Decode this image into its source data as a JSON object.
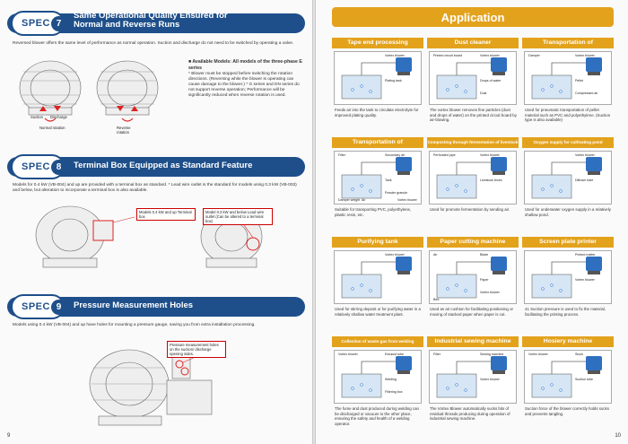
{
  "left_page": {
    "page_number": "9",
    "spec7": {
      "word": "SPEC",
      "number": "7",
      "title_line1": "Same Operational Quality Ensured for",
      "title_line2": "Normal and Reverse Runs",
      "body": "Reversed blower offers the same level of performance as normal operation. Suction and discharge do not need to be switched by operating a valve.",
      "note_heading": "■ Available Models: All models of the three-phase E series",
      "note_body": "* Blower must be stopped before switching the rotation directions. (Reversing while the blower is operating can cause damage to the blower.) * G series and DN series do not support reverse operation; Performance will be significantly reduced when reverse rotation is used.",
      "fig_labels": {
        "suction": "Suction",
        "discharge": "Discharge",
        "normal": "Normal rotation",
        "reverse": "Reverse rotation"
      }
    },
    "spec8": {
      "word": "SPEC",
      "number": "8",
      "title": "Terminal Box Equipped as Standard Feature",
      "body": "Models for 0.4 kW (VB-004) and up are provided with a terminal box as standard. * Lead wire outlet is the standard for models using 0.3 kW (VB-003) and below, but alteration to incorporate a terminal box is also available.",
      "callout1": "Models 0.4 kW and up Terminal box",
      "callout2": "Model 0.3 kW and below Lead wire outlet (Can be altered to a terminal box)"
    },
    "spec9": {
      "word": "SPEC",
      "number": "9",
      "title": "Pressure Measurement Holes",
      "body": "Models using 0.4 kW (VB-004) and up have holes for mounting a pressure gauge, saving you from extra installation processing.",
      "callout": "Pressure measurement holes on the suction/ discharge opening sides."
    }
  },
  "right_page": {
    "page_number": "10",
    "banner": "Application",
    "cells": [
      {
        "title": "Tape end processing",
        "text": "Feeds air into the tank to circulate electrolyte for improved plating quality.",
        "labels": [
          "Vortex blower",
          "Plating tank"
        ]
      },
      {
        "title": "Dust cleaner",
        "text": "The vortex blower removes fine particles (dust and drops of water) on the printed circuit board by air-blowing.",
        "labels": [
          "Vortex blower",
          "Drops of water",
          "Printed circuit board",
          "Dust"
        ]
      },
      {
        "title": "Transportation of powder/granule",
        "text": "Used for pneumatic transportation of pellet material such as PVC and polyethylene. (Suction type is also available)",
        "labels": [
          "Vortex blower",
          "Pellet",
          "Damper",
          "Compressed air"
        ]
      },
      {
        "title": "Transportation of powder/granule",
        "text": "Suitable for transporting PVC, polyethylene, plastic resin, etc.",
        "labels": [
          "Secondary air",
          "Tank",
          "Filter",
          "Powder granule",
          "Damper weight",
          "Air",
          "Vortex blower"
        ]
      },
      {
        "title": "Composting through fermentation of livestock feces",
        "text": "Used for promote fermentation by sending air.",
        "labels": [
          "Vortex blower",
          "Livestock feces",
          "Perforated pipe"
        ]
      },
      {
        "title": "Oxygen supply for cultivating pond",
        "text": "Used for underwater oxygen supply in a relatively shallow pond.",
        "labels": [
          "Vortex blower",
          "Diffuser tube"
        ]
      },
      {
        "title": "Purifying tank",
        "text": "Used for stirring deposit or for purifying water in a relatively shallow water treatment plant.",
        "labels": [
          "Vortex blower"
        ]
      },
      {
        "title": "Paper cutting machine",
        "text": "Used as air cushion for facilitating positioning or moving of stacked paper when paper is cut.",
        "labels": [
          "Blade",
          "Paper",
          "Air",
          "Vortex blower",
          "Bed"
        ]
      },
      {
        "title": "Screen plate printer",
        "text": "41 Suction pressure is used to fix the material, facilitating the printing process.",
        "labels": [
          "Printed matter",
          "Vortex blower"
        ]
      },
      {
        "title": "Collection of waste gas from welding",
        "text": "The fume and dust produced during welding can be discharged or vacuum to the other place, ensuring the safety and health of a welding operator.",
        "labels": [
          "Exhaust tube",
          "Welding",
          "Vortex blower",
          "Filtering box"
        ]
      },
      {
        "title": "Industrial sewing machine",
        "text": "The Vortex Blower automatically sucks bits of residual threads producing during operation of industrial sewing machine.",
        "labels": [
          "Sewing machine",
          "Vortex blower",
          "Filter"
        ]
      },
      {
        "title": "Hosiery machine",
        "text": "Suction force of the blower correctly holds socks and prevents tangling.",
        "labels": [
          "Stock",
          "Suction tube",
          "Vortex blower"
        ]
      }
    ]
  },
  "colors": {
    "spec_blue": "#1e4f8a",
    "app_orange": "#e3a21c",
    "blower_blue": "#2f6fc0",
    "callout_red": "#cc0000"
  }
}
